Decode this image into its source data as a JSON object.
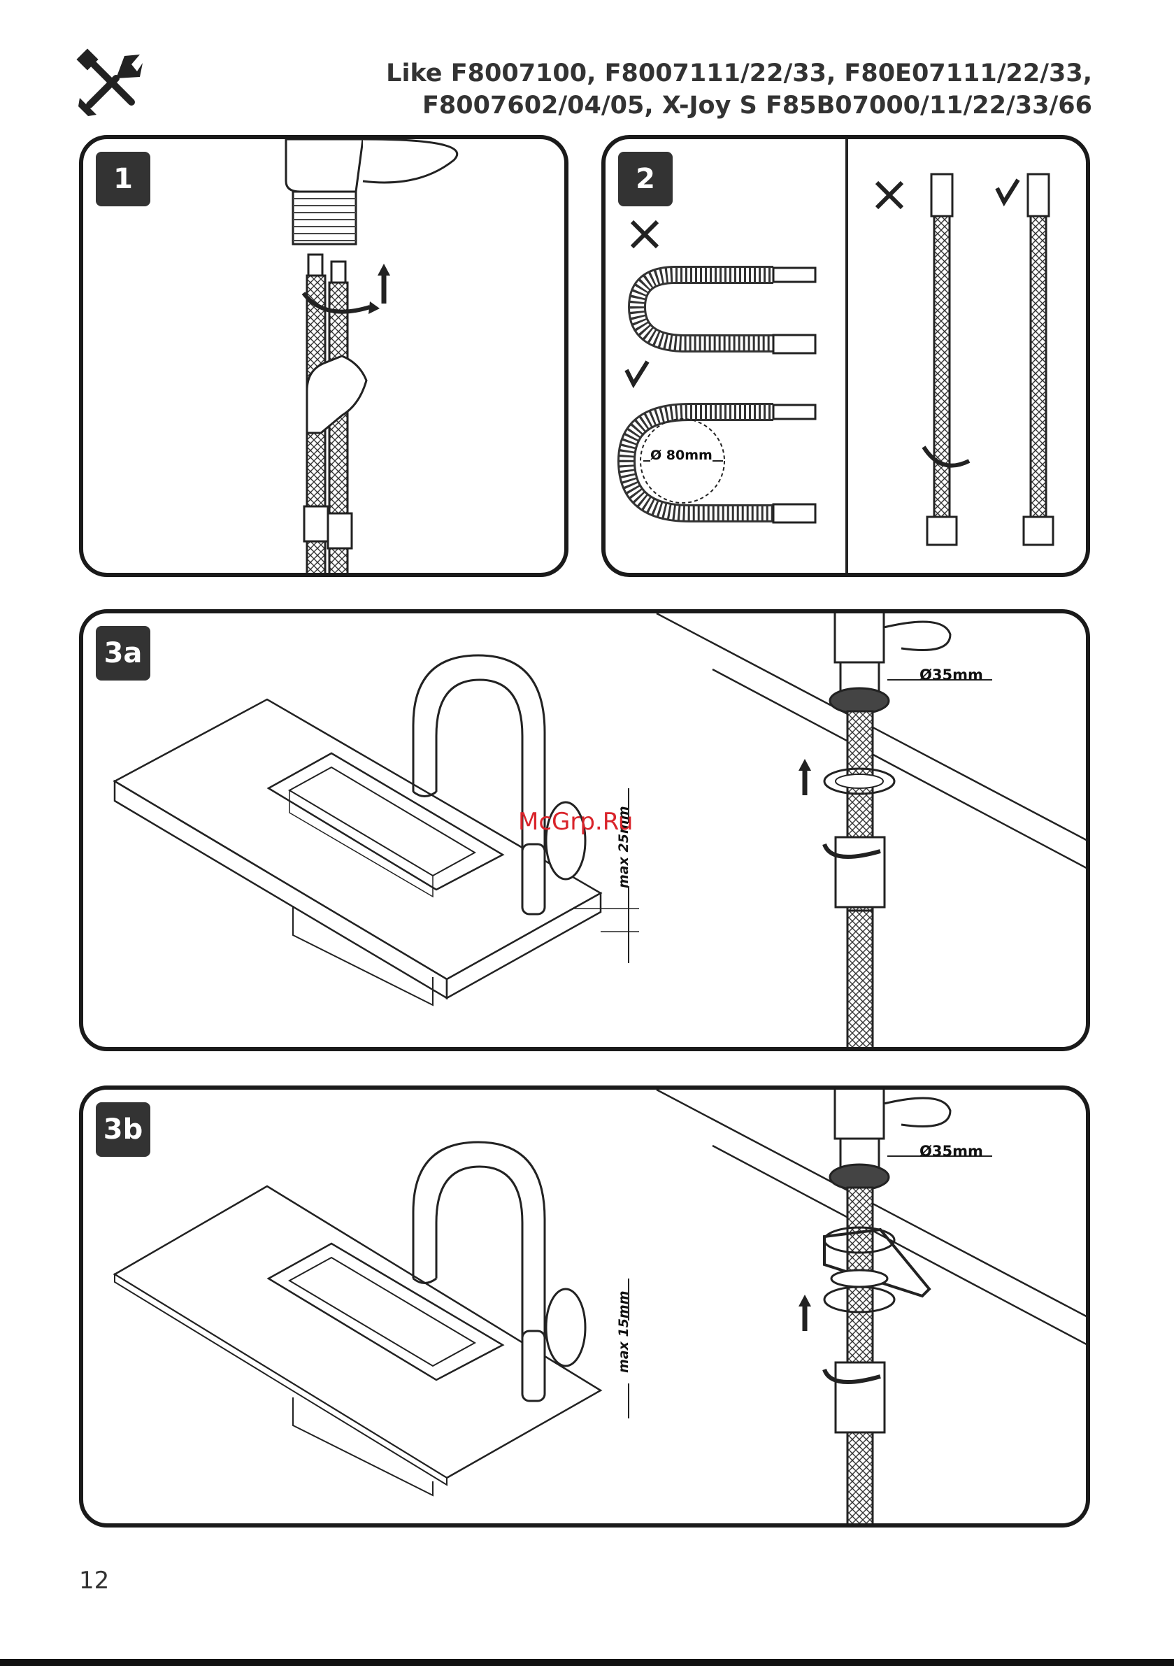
{
  "header": {
    "title_line1": "Like F8007100, F8007111/22/33, F80E07111/22/33,",
    "title_line2": "F8007602/04/05, X-Joy S F85B07000/11/22/33/66",
    "tools_icon": "wrench-screwdriver-icon"
  },
  "steps": {
    "step1": {
      "label": "1"
    },
    "step2": {
      "label": "2",
      "diameter_label": "Ø 80mm",
      "wrong_icon": "cross-icon",
      "right_icon": "check-icon"
    },
    "step3a": {
      "label": "3a",
      "hole_label": "Ø35mm",
      "max_label": "max 25mm"
    },
    "step3b": {
      "label": "3b",
      "hole_label": "Ø35mm",
      "max_label": "max 15mm"
    }
  },
  "watermark": "McGrp.Ru",
  "footer": {
    "page_number": "12"
  }
}
